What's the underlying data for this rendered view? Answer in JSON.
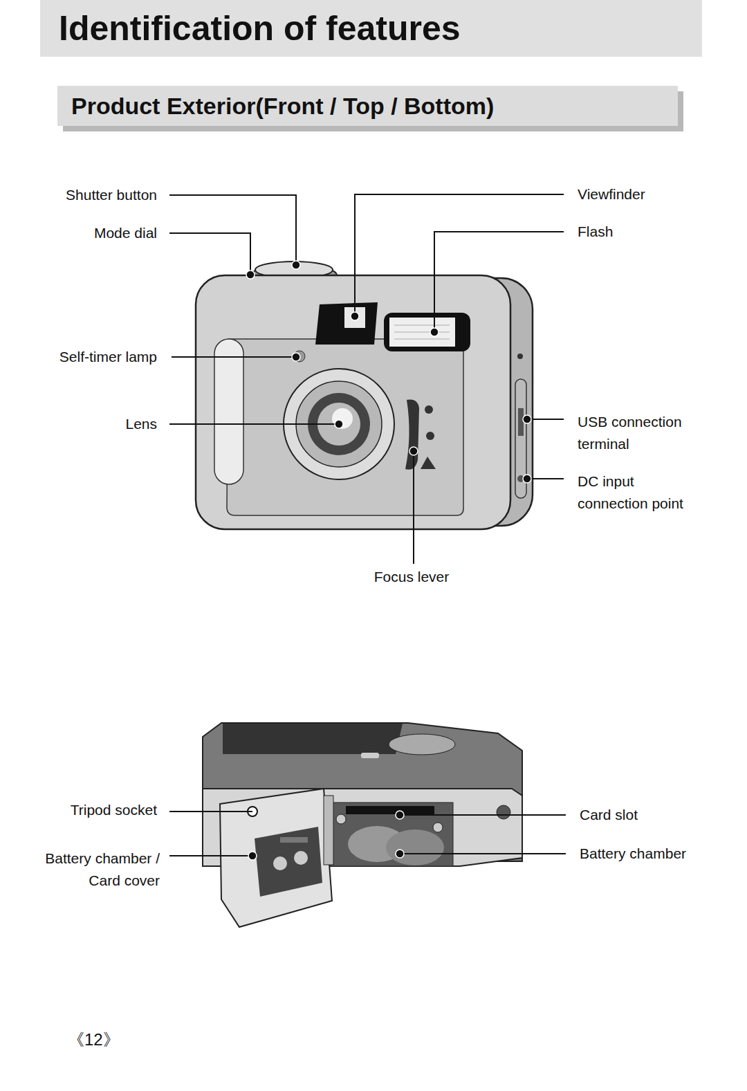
{
  "diagram": {
    "title": "Identification of features",
    "nodes": [
      {
        "text": [
          "Product Exterior(Front / Top / Bottom)"
        ]
      }
    ],
    "labels": [
      "Shutter button",
      "Mode dial",
      "Self-timer lamp",
      "Lens",
      "Viewfinder",
      "Flash",
      "USB connection terminal",
      "DC input connection point",
      "Focus lever",
      "Tripod socket",
      "Battery chamber / Card cover",
      "Card slot",
      "Battery chamber",
      "《12》"
    ]
  }
}
